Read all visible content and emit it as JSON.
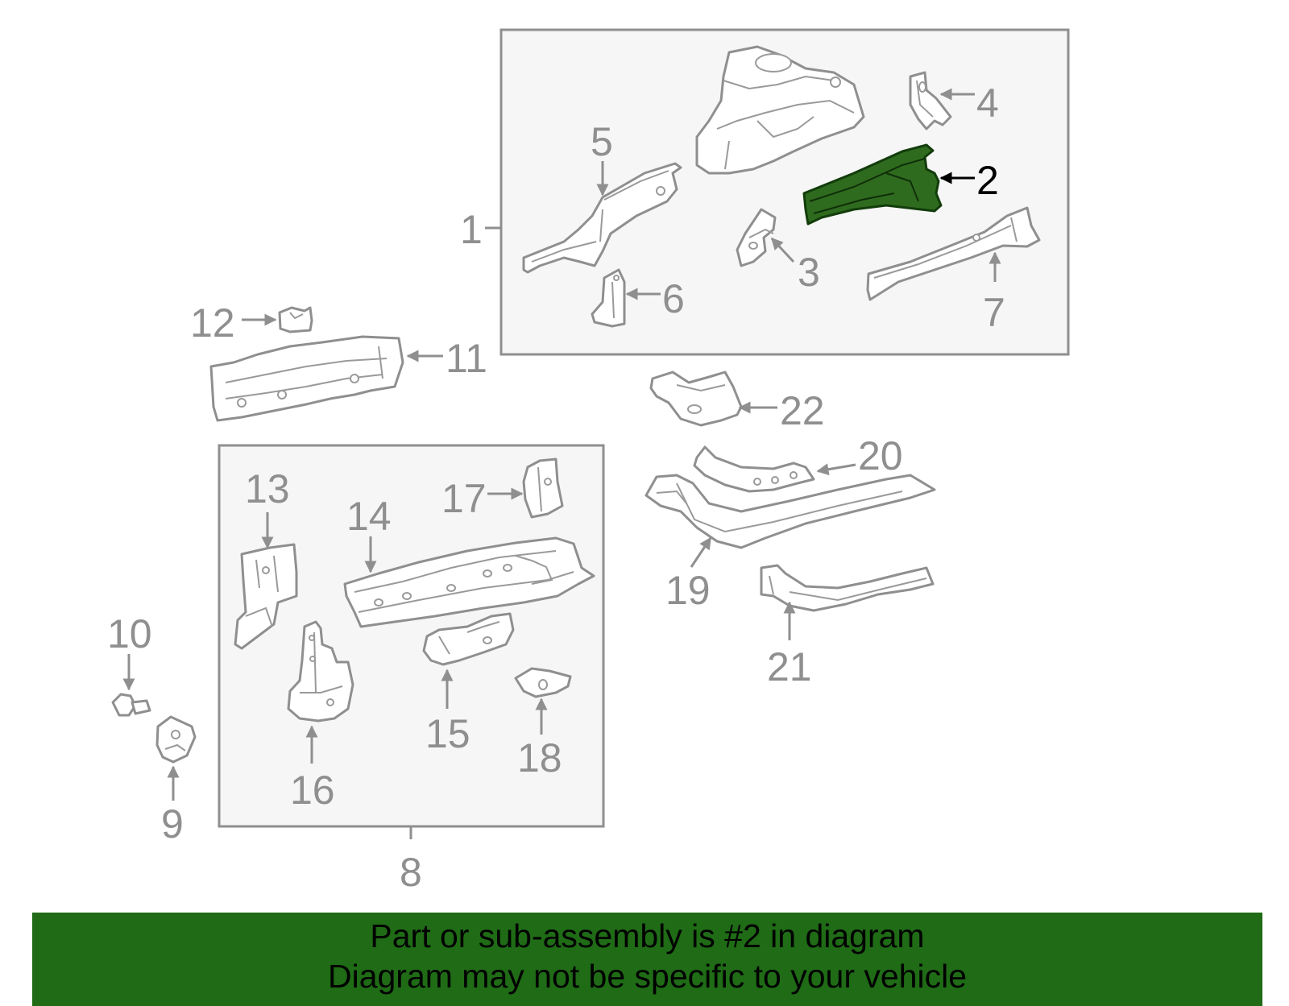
{
  "colors": {
    "highlight": "#2f6b1f",
    "line": "#8f8f8f",
    "banner": "#1f6b16"
  },
  "callouts": {
    "c1": "1",
    "c2": "2",
    "c3": "3",
    "c4": "4",
    "c5": "5",
    "c6": "6",
    "c7": "7",
    "c8": "8",
    "c9": "9",
    "c10": "10",
    "c11": "11",
    "c12": "12",
    "c13": "13",
    "c14": "14",
    "c15": "15",
    "c16": "16",
    "c17": "17",
    "c18": "18",
    "c19": "19",
    "c20": "20",
    "c21": "21",
    "c22": "22"
  },
  "highlighted_part": "2",
  "banner": {
    "line1": "Part or sub-assembly is #2 in diagram",
    "line2": "Diagram may not be specific to your vehicle"
  }
}
